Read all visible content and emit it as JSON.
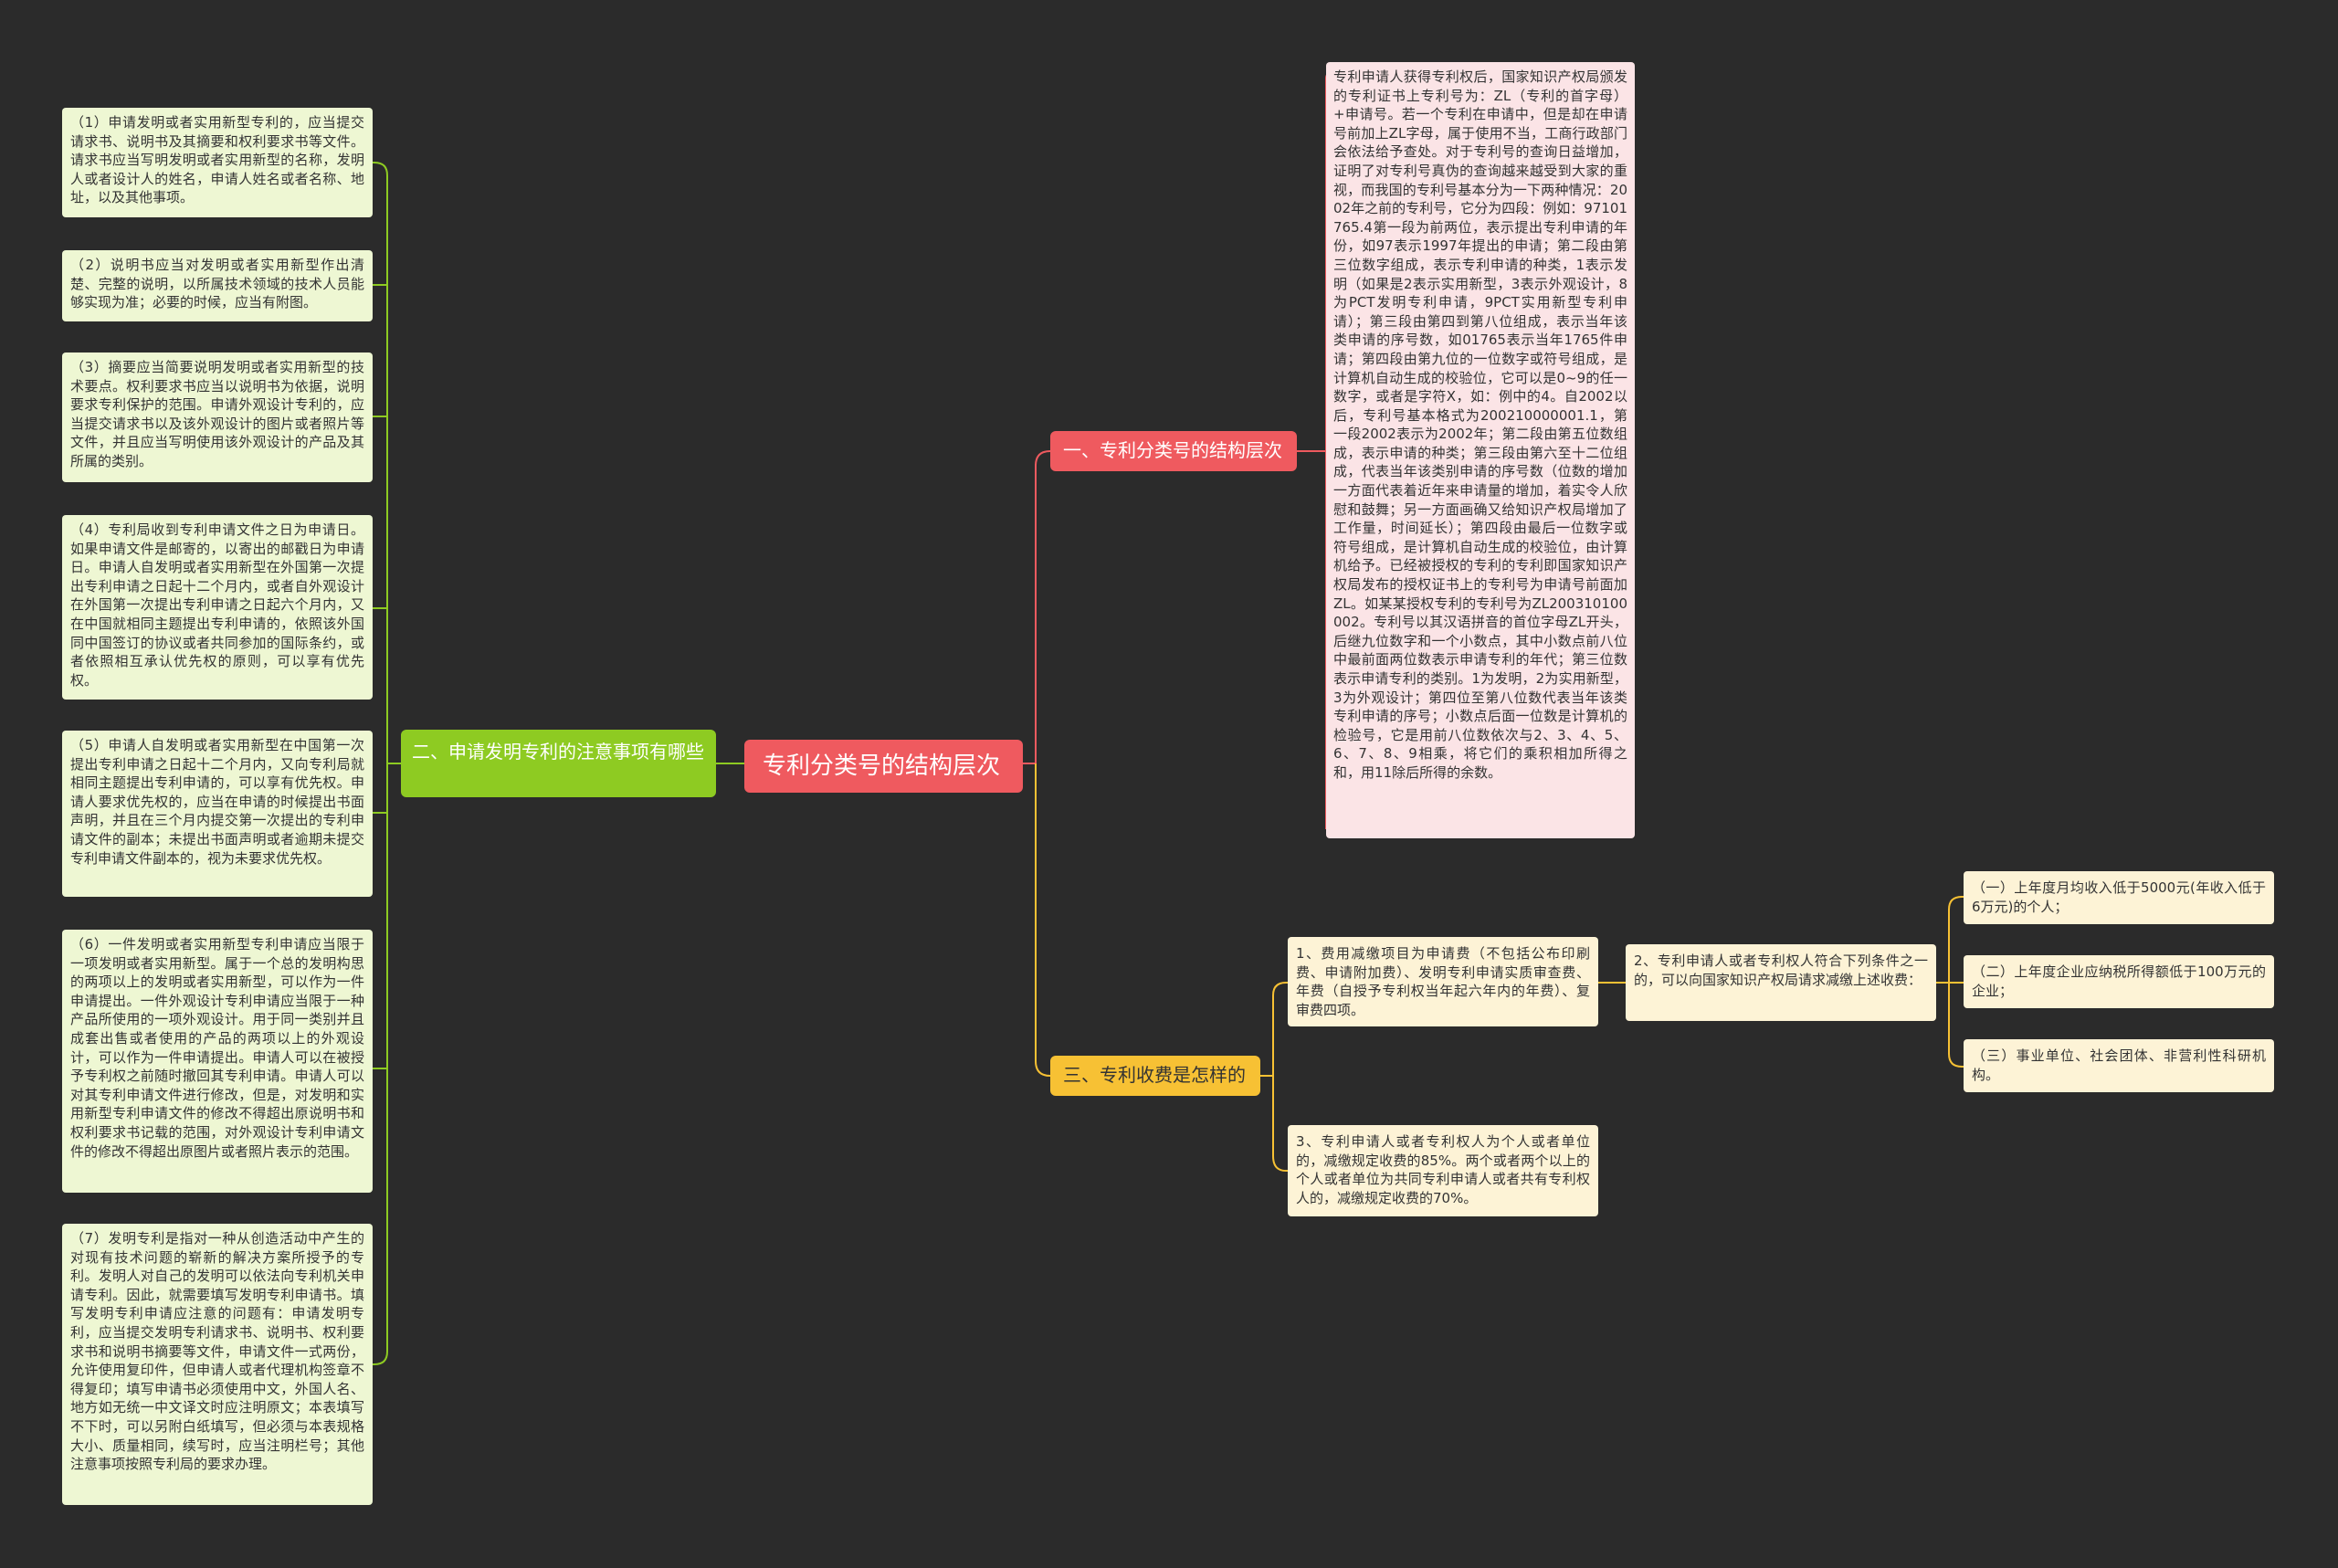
{
  "root": {
    "title": "专利分类号的结构层次"
  },
  "branch1": {
    "label": "一、专利分类号的结构层次",
    "detail": "专利申请人获得专利权后，国家知识产权局颁发的专利证书上专利号为：ZL（专利的首字母）+申请号。若一个专利在申请中，但是却在申请号前加上ZL字母，属于使用不当，工商行政部门会依法给予查处。对于专利号的查询日益增加，证明了对专利号真伪的查询越来越受到大家的重视，而我国的专利号基本分为一下两种情况：2002年之前的专利号，它分为四段：例如：97101765.4第一段为前两位，表示提出专利申请的年份，如97表示1997年提出的申请；第二段由第三位数字组成，表示专利申请的种类，1表示发明（如果是2表示实用新型，3表示外观设计，8为PCT发明专利申请，9PCT实用新型专利申请）；第三段由第四到第八位组成，表示当年该类申请的序号数，如01765表示当年1765件申请；第四段由第九位的一位数字或符号组成，是计算机自动生成的校验位，它可以是0~9的任一数字，或者是字符X，如：例中的4。自2002以后，专利号基本格式为200210000001.1，第一段2002表示为2002年；第二段由第五位数组成，表示申请的种类；第三段由第六至十二位组成，代表当年该类别申请的序号数（位数的增加一方面代表着近年来申请量的增加，着实令人欣慰和鼓舞；另一方面画确又给知识产权局增加了工作量，时间延长）；第四段由最后一位数字或符号组成，是计算机自动生成的校验位，由计算机给予。已经被授权的专利的专利即国家知识产权局发布的授权证书上的专利号为申请号前面加ZL。如某某授权专利的专利号为ZL200310100002。专利号以其汉语拼音的首位字母ZL开头，后继九位数字和一个小数点，其中小数点前八位中最前面两位数表示申请专利的年代；第三位数表示申请专利的类别。1为发明，2为实用新型，3为外观设计；第四位至第八位数代表当年该类专利申请的序号；小数点后面一位数是计算机的检验号，它是用前八位数依次与2、3、4、5、6、7、8、9相乘，将它们的乘积相加所得之和，用11除后所得的余数。"
  },
  "branch2": {
    "label": "二、申请发明专利的注意事项有哪些",
    "items": [
      "（1）申请发明或者实用新型专利的，应当提交请求书、说明书及其摘要和权利要求书等文件。请求书应当写明发明或者实用新型的名称，发明人或者设计人的姓名，申请人姓名或者名称、地址，以及其他事项。",
      "（2）说明书应当对发明或者实用新型作出清楚、完整的说明，以所属技术领域的技术人员能够实现为准；必要的时候，应当有附图。",
      "（3）摘要应当简要说明发明或者实用新型的技术要点。权利要求书应当以说明书为依据，说明要求专利保护的范围。申请外观设计专利的，应当提交请求书以及该外观设计的图片或者照片等文件，并且应当写明使用该外观设计的产品及其所属的类别。",
      "（4）专利局收到专利申请文件之日为申请日。如果申请文件是邮寄的，以寄出的邮戳日为申请日。申请人自发明或者实用新型在外国第一次提出专利申请之日起十二个月内，或者自外观设计在外国第一次提出专利申请之日起六个月内，又在中国就相同主题提出专利申请的，依照该外国同中国签订的协议或者共同参加的国际条约，或者依照相互承认优先权的原则，可以享有优先权。",
      "（5）申请人自发明或者实用新型在中国第一次提出专利申请之日起十二个月内，又向专利局就相同主题提出专利申请的，可以享有优先权。申请人要求优先权的，应当在申请的时候提出书面声明，并且在三个月内提交第一次提出的专利申请文件的副本；未提出书面声明或者逾期未提交专利申请文件副本的，视为未要求优先权。",
      "（6）一件发明或者实用新型专利申请应当限于一项发明或者实用新型。属于一个总的发明构思的两项以上的发明或者实用新型，可以作为一件申请提出。一件外观设计专利申请应当限于一种产品所使用的一项外观设计。用于同一类别并且成套出售或者使用的产品的两项以上的外观设计，可以作为一件申请提出。申请人可以在被授予专利权之前随时撤回其专利申请。申请人可以对其专利申请文件进行修改，但是，对发明和实用新型专利申请文件的修改不得超出原说明书和权利要求书记载的范围，对外观设计专利申请文件的修改不得超出原图片或者照片表示的范围。",
      "（7）发明专利是指对一种从创造活动中产生的对现有技术问题的崭新的解决方案所授予的专利。发明人对自己的发明可以依法向专利机关申请专利。因此，就需要填写发明专利申请书。填写发明专利申请应注意的问题有：申请发明专利，应当提交发明专利请求书、说明书、权利要求书和说明书摘要等文件，申请文件一式两份，允许使用复印件，但申请人或者代理机构签章不得复印；填写申请书必须使用中文，外国人名、地方如无统一中文译文时应注明原文；本表填写不下时，可以另附白纸填写，但必须与本表规格大小、质量相同，续写时，应当注明栏号；其他注意事项按照专利局的要求办理。"
    ]
  },
  "branch3": {
    "label": "三、专利收费是怎样的",
    "fee1": "1、费用减缴项目为申请费（不包括公布印刷费、申请附加费）、发明专利申请实质审查费、年费（自授予专利权当年起六年内的年费）、复审费四项。",
    "fee2": "2、专利申请人或者专利权人符合下列条件之一的，可以向国家知识产权局请求减缴上述收费：",
    "fee3": "3、专利申请人或者专利权人为个人或者单位的，减缴规定收费的85%。两个或者两个以上的个人或者单位为共同专利申请人或者共有专利权人的，减缴规定收费的70%。",
    "conditions": [
      "（一）上年度月均收入低于5000元(年收入低于6万元)的个人；",
      "（二）上年度企业应纳税所得额低于100万元的企业；",
      "（三）事业单位、社会团体、非营利性科研机构。"
    ]
  },
  "colors": {
    "background": "#2b2b2b",
    "red": "#ef5a5f",
    "green": "#8ecb22",
    "yellow": "#f7c134",
    "green_leaf": "#eef7d3",
    "pink_leaf": "#fbe4e6",
    "yellow_leaf": "#fdf3d6"
  }
}
